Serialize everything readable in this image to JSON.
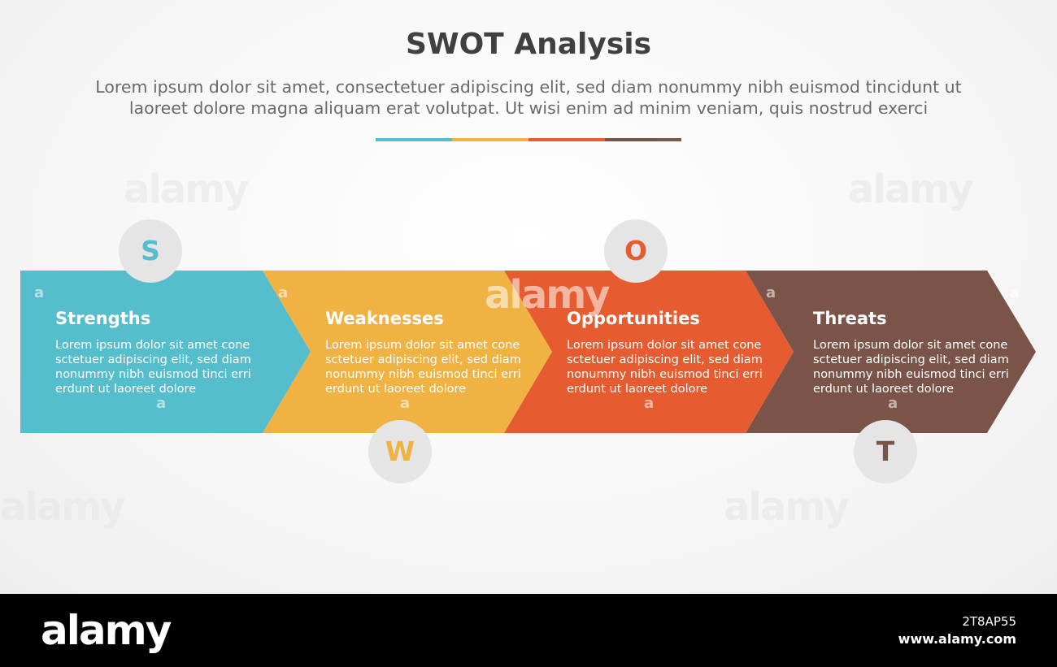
{
  "title": "SWOT Analysis",
  "subtitle_line1": "Lorem ipsum dolor sit amet, consectetuer adipiscing elit, sed diam nonummy nibh euismod tincidunt ut",
  "subtitle_line2": "laoreet dolore magna aliquam erat volutpat. Ut wisi enim ad minim veniam, quis nostrud exerci",
  "colors": {
    "strengths": "#55BDCB",
    "weaknesses": "#F0B243",
    "opportunities": "#E65C30",
    "threats": "#7B5449",
    "circle_bg": "#E5E5E5",
    "title_text": "#404040"
  },
  "steps": [
    {
      "letter": "S",
      "title": "Strengths",
      "body": "Lorem ipsum dolor sit amet cone sctetuer adipiscing elit, sed diam nonummy nibh euismod tinci erri erdunt ut laoreet dolore"
    },
    {
      "letter": "W",
      "title": "Weaknesses",
      "body": "Lorem ipsum dolor sit amet cone sctetuer adipiscing elit, sed diam nonummy nibh euismod tinci erri erdunt ut laoreet dolore"
    },
    {
      "letter": "O",
      "title": "Opportunities",
      "body": "Lorem ipsum dolor sit amet cone sctetuer adipiscing elit, sed diam nonummy nibh euismod tinci erri erdunt ut laoreet dolore"
    },
    {
      "letter": "T",
      "title": "Threats",
      "body": "Lorem ipsum dolor sit amet cone sctetuer adipiscing elit, sed diam nonummy nibh euismod tinci erri erdunt ut laoreet dolore"
    }
  ],
  "watermark": "alamy",
  "watermark_mark": "a",
  "footer": {
    "logo": "alamy",
    "image_id": "2T8AP55",
    "url": "www.alamy.com"
  }
}
